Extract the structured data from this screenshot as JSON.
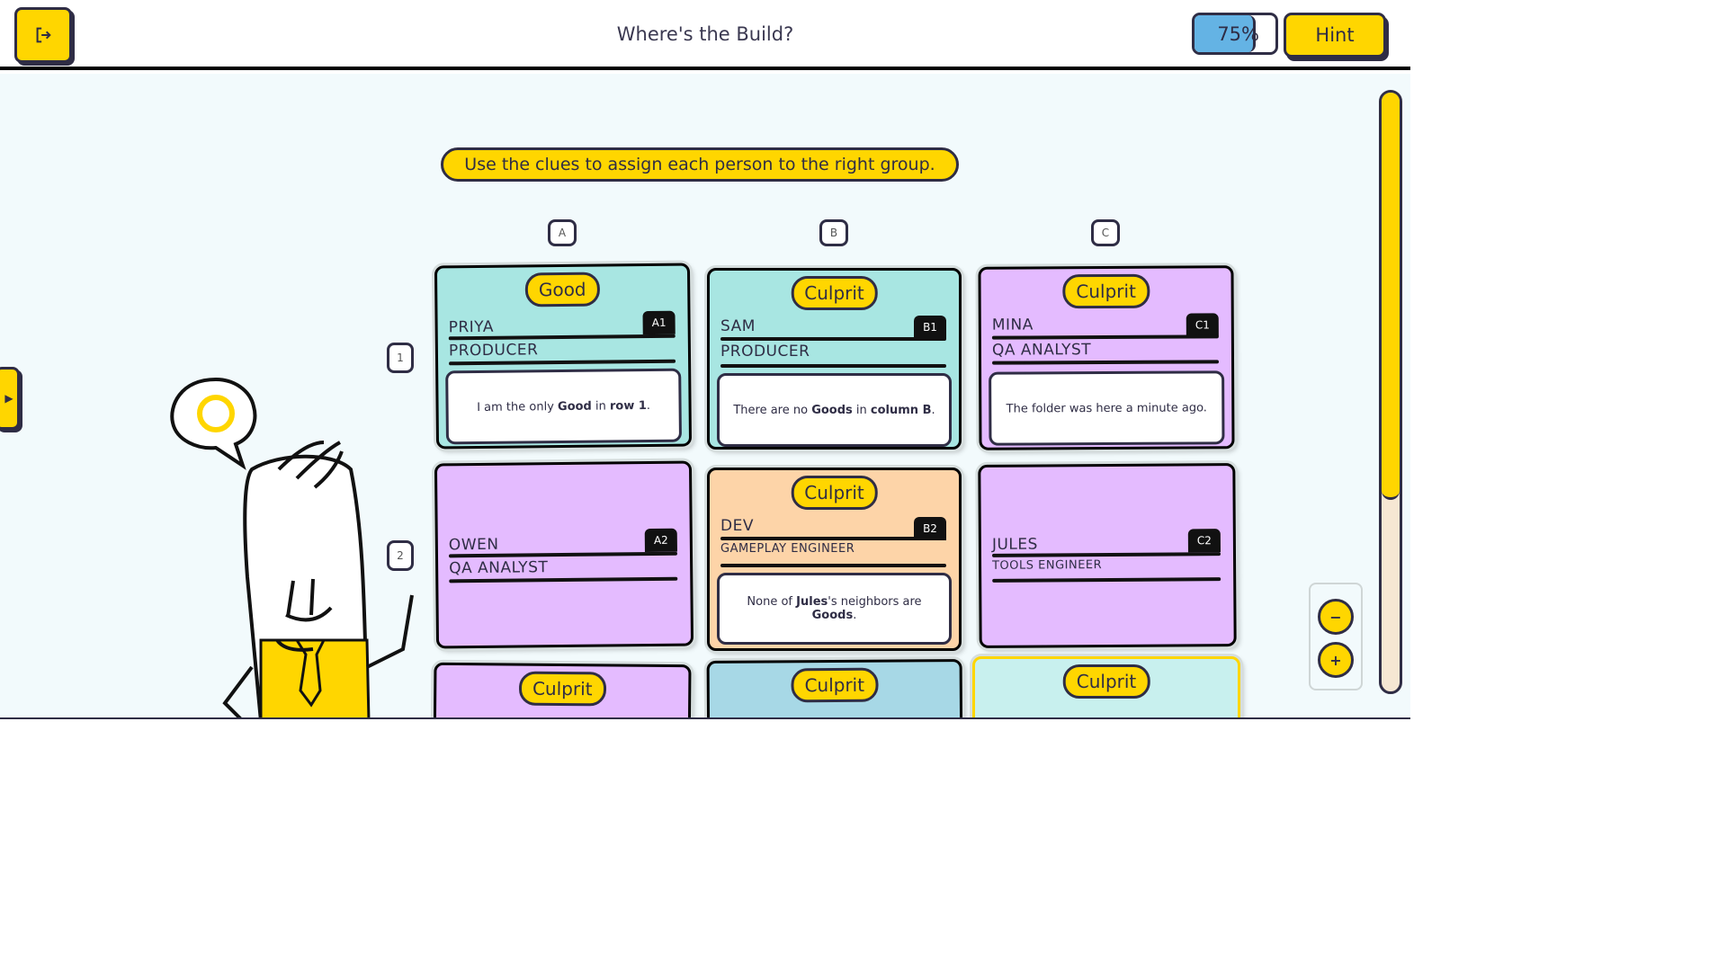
{
  "header": {
    "title": "Where's the Build?",
    "progress_label": "75%",
    "progress_value": 0.75,
    "hint_label": "Hint",
    "exit_icon": "exit-icon"
  },
  "board": {
    "instruction": "Use the clues to assign each person to the right group.",
    "columns": [
      "A",
      "B",
      "C"
    ],
    "rows": [
      "1",
      "2"
    ],
    "cards": {
      "A1": {
        "badge": "Good",
        "name": "PRIYA",
        "role": "PRODUCER",
        "tag": "A1",
        "clue": [
          "I am the only ",
          "Good",
          " in ",
          "row 1",
          "."
        ]
      },
      "B1": {
        "badge": "Culprit",
        "name": "SAM",
        "role": "PRODUCER",
        "tag": "B1",
        "clue": [
          "There are no ",
          "Goods",
          " in ",
          "column B",
          "."
        ]
      },
      "C1": {
        "badge": "Culprit",
        "name": "MINA",
        "role": "QA ANALYST",
        "tag": "C1",
        "clue": [
          "The folder was here a minute ago."
        ]
      },
      "A2": {
        "name": "OWEN",
        "role": "QA ANALYST",
        "tag": "A2"
      },
      "B2": {
        "badge": "Culprit",
        "name": "DEV",
        "role": "GAMEPLAY ENGINEER",
        "tag": "B2",
        "clue": [
          "None of ",
          "Jules",
          "'s neighbors are ",
          "Goods",
          "."
        ]
      },
      "C2": {
        "name": "JULES",
        "role": "TOOLS ENGINEER",
        "tag": "C2"
      },
      "A3": {
        "badge": "Culprit"
      },
      "B3": {
        "badge": "Culprit"
      },
      "C3": {
        "badge": "Culprit"
      }
    }
  },
  "zoom": {
    "out_label": "−",
    "in_label": "+"
  },
  "side_tab": {
    "label": "▶"
  },
  "colors": {
    "yellow": "#ffd600",
    "teal": "#a8e6e2",
    "purple": "#e4bbff",
    "peach": "#fdd4a8",
    "blue": "#a7d8e6",
    "progress": "#64b3e4"
  }
}
